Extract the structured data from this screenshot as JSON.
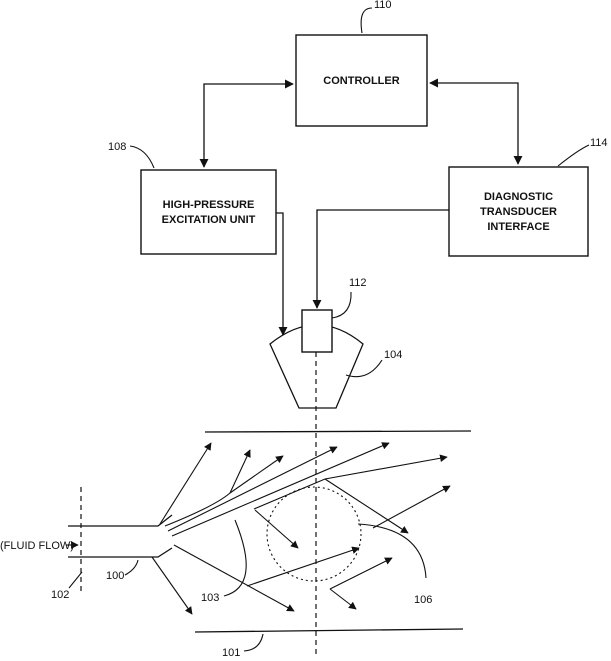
{
  "blocks": {
    "controller": "CONTROLLER",
    "excitation_line1": "HIGH-PRESSURE",
    "excitation_line2": "EXCITATION UNIT",
    "diagnostic_line1": "DIAGNOSTIC",
    "diagnostic_line2": "TRANSDUCER",
    "diagnostic_line3": "INTERFACE"
  },
  "flow_label": "(FLUID FLOW)",
  "refs": {
    "r100": "100",
    "r101": "101",
    "r102": "102",
    "r103": "103",
    "r104": "104",
    "r106": "106",
    "r108": "108",
    "r110": "110",
    "r112": "112",
    "r114": "114"
  }
}
